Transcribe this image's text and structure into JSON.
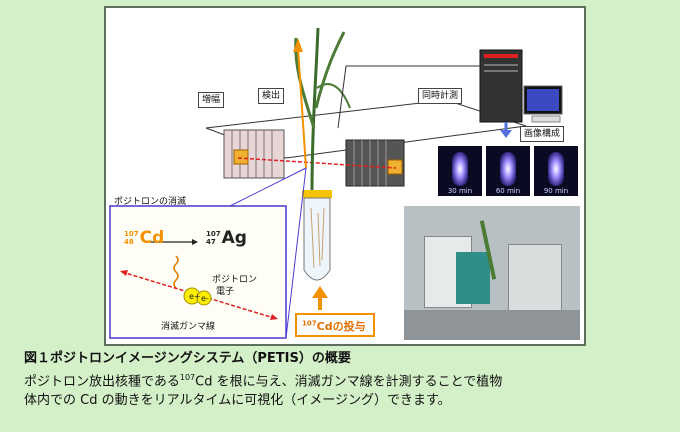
{
  "diagram": {
    "labels": {
      "amplify": "増幅",
      "detect": "検出",
      "coincidence": "同時計測",
      "image": "画像構成",
      "annihilation_title": "ポジトロンの消滅",
      "positron": "ポジトロン",
      "electron": "電子",
      "gamma": "消滅ガンマ線",
      "injection_mass": "107",
      "injection_label": "Cdの投与"
    },
    "reaction": {
      "parent_mass": "107",
      "parent_z": "48",
      "parent_symbol": "Cd",
      "daughter_mass": "107",
      "daughter_z": "47",
      "daughter_symbol": "Ag"
    },
    "scans": [
      {
        "label": "30 min"
      },
      {
        "label": "60 min"
      },
      {
        "label": "90 min"
      }
    ]
  },
  "caption": {
    "title": "図１ポジトロンイメージングシステム（PETIS）の概要",
    "line1_pre": "ポジトロン放出核種である",
    "line1_sup": "107",
    "line1_post": "Cd を根に与え、消滅ガンマ線を計測することで植物",
    "line2": "体内での Cd の動きをリアルタイムに可視化（イメージング）できます。"
  },
  "colors": {
    "background": "#d4f0c8",
    "gamma_ray": "#e02020",
    "injection_arrow": "#f39200",
    "frame_line": "#4a3ad0",
    "positron": "#ffee00"
  }
}
